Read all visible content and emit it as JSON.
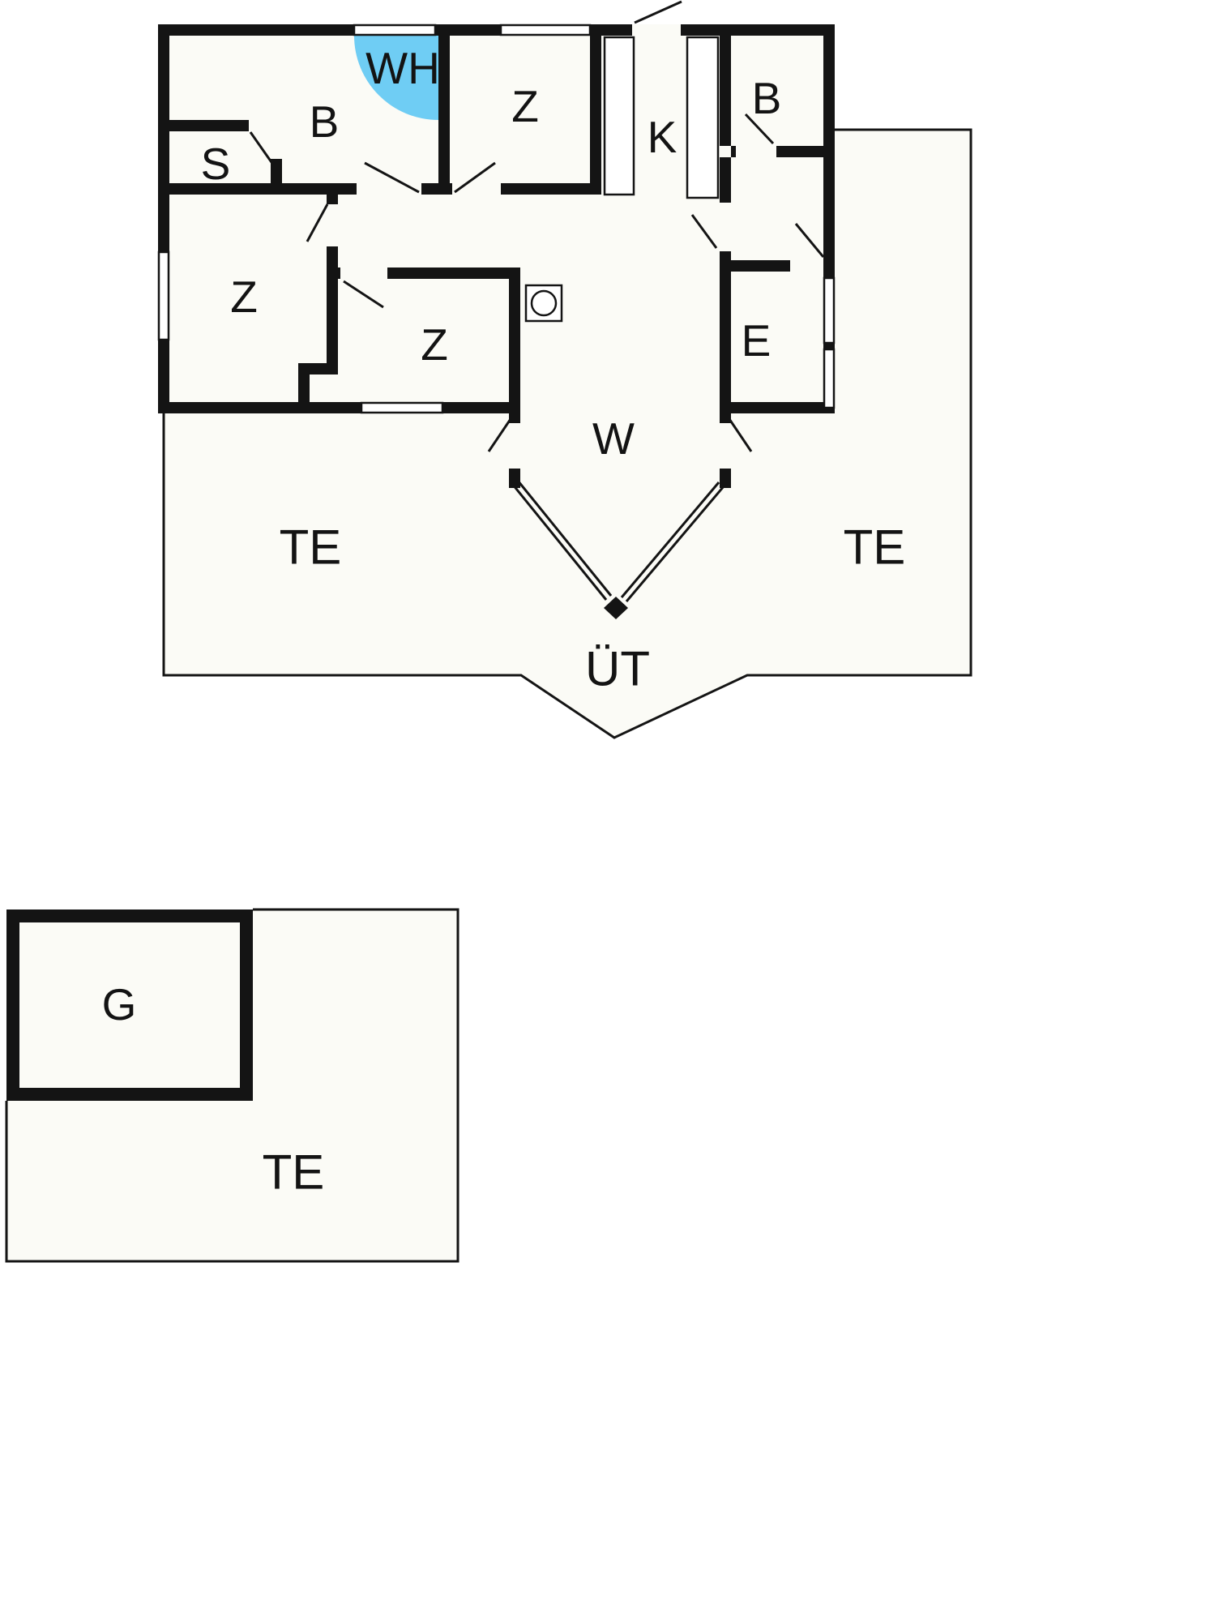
{
  "colors": {
    "wall": "#141414",
    "floor": "#fbfbf6",
    "whirlpool": "#6fcdf4",
    "label": "#131313"
  },
  "floorplan": {
    "main": {
      "labels": [
        {
          "id": "whirlpool",
          "text": "WH"
        },
        {
          "id": "bathroom-1",
          "text": "B"
        },
        {
          "id": "room-z-top",
          "text": "Z"
        },
        {
          "id": "kitchen",
          "text": "K"
        },
        {
          "id": "bathroom-2",
          "text": "B"
        },
        {
          "id": "sauna",
          "text": "S"
        },
        {
          "id": "room-z-left",
          "text": "Z"
        },
        {
          "id": "room-z-mid",
          "text": "Z"
        },
        {
          "id": "entrance",
          "text": "E"
        },
        {
          "id": "living-room",
          "text": "W"
        },
        {
          "id": "terrace-left",
          "text": "TE"
        },
        {
          "id": "terrace-right",
          "text": "TE"
        },
        {
          "id": "covered-terrace",
          "text": "ÜT"
        }
      ]
    },
    "outbuilding": {
      "labels": [
        {
          "id": "garage",
          "text": "G"
        },
        {
          "id": "terrace",
          "text": "TE"
        }
      ]
    }
  }
}
